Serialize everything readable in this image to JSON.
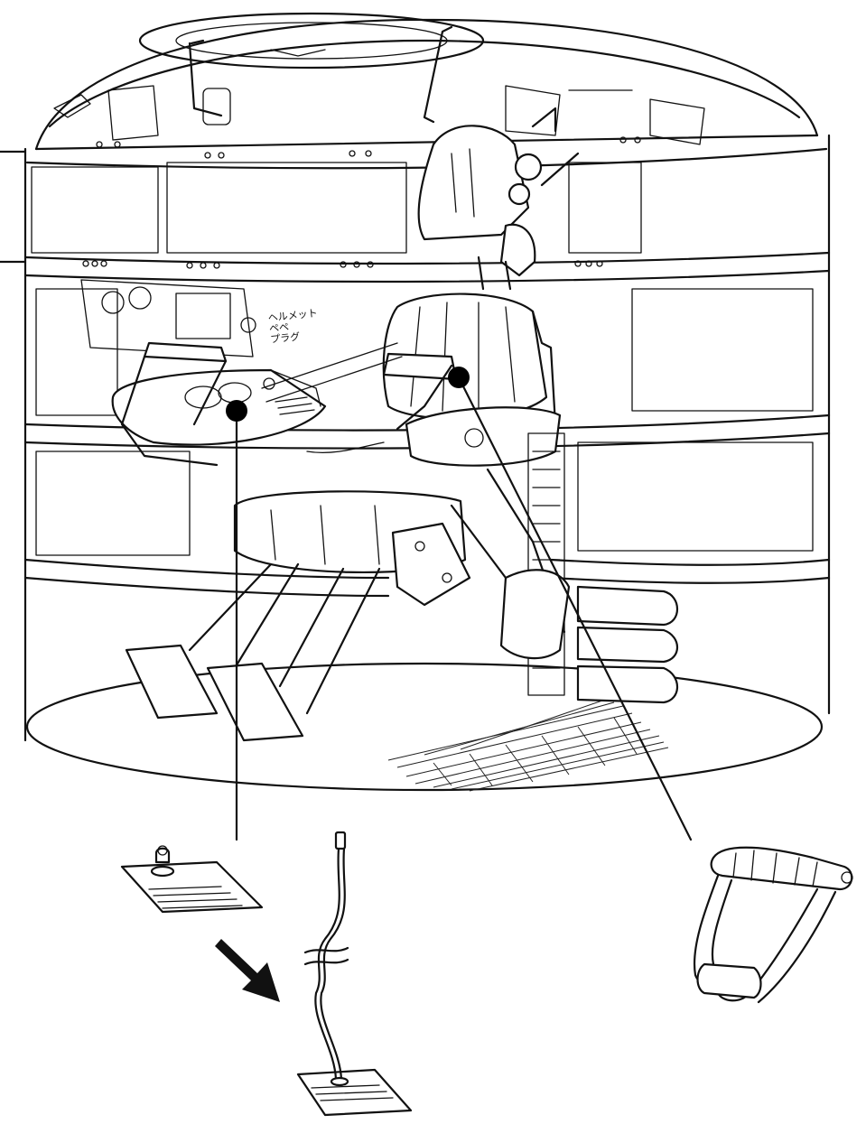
{
  "annotation": {
    "line1": "ヘルメット",
    "line2": "ペペ",
    "line3": "プラグ"
  },
  "callouts": [
    {
      "target": "helmet-plug-detail"
    },
    {
      "target": "grip-lever-detail"
    }
  ],
  "colors": {
    "ink": "#111111",
    "paper": "#ffffff",
    "marker": "#000000"
  }
}
